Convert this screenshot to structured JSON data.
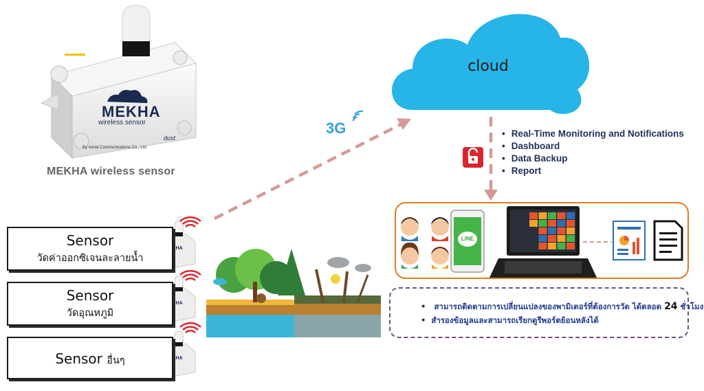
{
  "cloud": {
    "label": "cloud"
  },
  "network": {
    "label": "3G"
  },
  "features": [
    "Real-Time Monitoring and Notifications",
    "Dashboard",
    "Data Backup",
    "Report"
  ],
  "device": {
    "logo_word": "MEKHA",
    "logo_tag": "wireless sensor",
    "maker": "By Aerial Communications Co., Ltd.",
    "partner": "dust",
    "caption": "MEKHA wireless  sensor"
  },
  "sensors": [
    {
      "title": "Sensor",
      "subtitle": "วัดค่าออกซิเจนละลายน้ำ"
    },
    {
      "title": "Sensor",
      "subtitle": "วัดอุณหภูมิ"
    },
    {
      "title": "Sensor",
      "subtitle": "อื่นๆ"
    }
  ],
  "app": {
    "line_label": "LINE"
  },
  "notes": {
    "line1_text": "สามารถติดตามการเปลี่ยนแปลงของพามิเตอร์ที่ต้องการวัด ได้ตลอด ",
    "line1_hours": "24",
    "line1_suffix": " ชั่วโมง",
    "line2_text": "สำรองข้อมูลและสามารถเรียกดูรีพอร์ตย้อนหลังได้"
  },
  "colors": {
    "cloud": "#27b4e6",
    "dashed_arrow": "#d59a98",
    "device_frame": "#e07b1c",
    "notes_border": "#6d4e82",
    "feature_text": "#1f2f5a",
    "lock": "#d9262c",
    "wifi": "#d9262c",
    "g3": "#3aa0dc"
  },
  "icons": [
    "lock-icon",
    "wifi-icon",
    "smartphone-icon",
    "laptop-icon",
    "report-icon",
    "document-icon",
    "avatar-icon"
  ]
}
